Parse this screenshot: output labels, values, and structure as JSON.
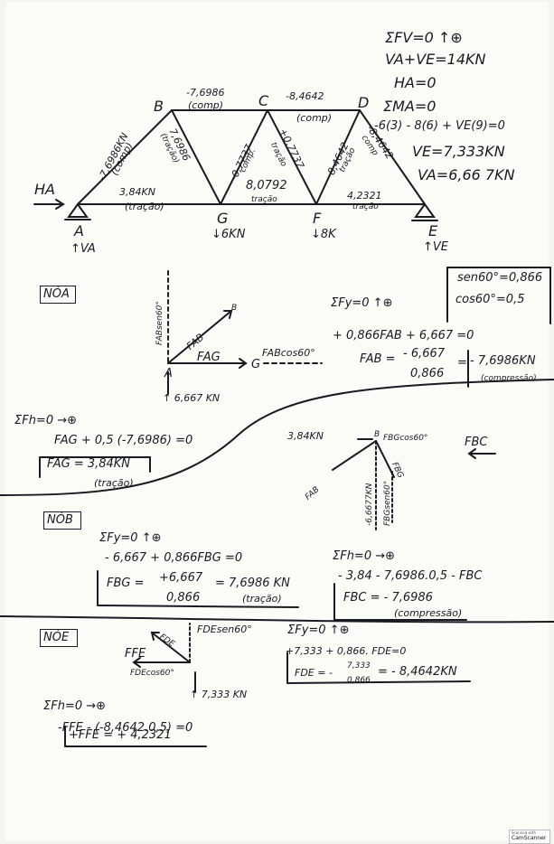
{
  "top": {
    "sum_fv": "ΣFV=0 ↑⊕",
    "va_ve": "VA+VE=14KN",
    "ha": "HA=0",
    "sum_ma": "ΣMA=0",
    "moment_eq": "-6(3) - 8(6) + VE(9)=0",
    "ve": "VE=7,333KN",
    "va": "VA=6,66 7KN"
  },
  "truss": {
    "node_a": "A",
    "node_b": "B",
    "node_c": "C",
    "node_d": "D",
    "node_e": "E",
    "node_f": "F",
    "node_g": "G",
    "ha_label": "HA",
    "va_label": "↑VA",
    "ve_label": "↑VE",
    "load_g": "↓6KN",
    "load_f": "↓8K",
    "ab_value": "-7,6986KN",
    "ab_state": "(comp)",
    "bc_value": "-7,6986",
    "bc_state": "(comp)",
    "cd_value": "-8,4642",
    "cd_state": "(comp)",
    "ag_value": "3,84KN",
    "ag_state": "(tração)",
    "gf_value": "8,0792",
    "gf_state": "tração",
    "fe_value": "4,2321",
    "fe_state": "tração",
    "bg_value": "7,6986",
    "bg_state": "(tração)",
    "gc_value": "-0,7737",
    "gc_state": "comp.",
    "cf_value": "+0,7737",
    "cf_state": "tração",
    "fd_value": "8,4642",
    "fd_state": "tração",
    "de_value": "-8,4642",
    "de_state": "comp"
  },
  "trig": {
    "sen": "sen60°=0,866",
    "cos": "cos60°=0,5"
  },
  "node_a": {
    "title": "NÓA",
    "fab": "FAB",
    "fag": "FAG",
    "a": "A",
    "g": "G",
    "b": "B",
    "fab_vert": "FABsen60°",
    "fab_horiz": "FABcos60°",
    "reaction": "↑ 6,667 KN",
    "sum_fy": "ΣFy=0 ↑⊕",
    "eq1": "+ 0,866FAB + 6,667 =0",
    "fab_label": "FAB =",
    "fab_num": "- 6,667",
    "fab_den": "0,866",
    "fab_eq": "=",
    "fab_result": "- 7,6986KN",
    "fab_state": "(compressão)",
    "sum_fh": "ΣFh=0 →⊕",
    "eq2": "FAG + 0,5 (-7,6986) =0",
    "fag_result": "FAG = 3,84KN",
    "fag_state": "(tração)"
  },
  "node_b": {
    "title": "NÓB",
    "fab_val": "3,84KN",
    "fab_arrow": "FAB",
    "node": "B",
    "fbc_cos": "FBGcos60°",
    "fbc": "FBC",
    "fbg": "FBG",
    "fbg_sen": "FBGsen60°",
    "fab_sen": "-6,6677KN",
    "sum_fy": "ΣFy=0 ↑⊕",
    "eq1": "- 6,667 + 0,866FBG =0",
    "fbg_label": "FBG =",
    "fbg_num": "+6,667",
    "fbg_den": "0,866",
    "fbg_result": "= 7,6986 KN",
    "fbg_state": "(tração)",
    "sum_fh": "ΣFh=0 →⊕",
    "eq2": "- 3,84 - 7,6986.0,5 - FBC",
    "fbc_result": "FBC = - 7,6986",
    "fbc_state": "(compressão)"
  },
  "node_e": {
    "title": "NÓE",
    "fde": "FDE",
    "fde_sen": "FDEsen60°",
    "ffe": "FFE",
    "fde_cos": "FDEcos60°",
    "reaction": "↑ 7,333 KN",
    "sum_fy": "ΣFy=0 ↑⊕",
    "eq1": "+7,333 + 0,866. FDE=0",
    "fde_label": "FDE = -",
    "fde_num": "7,333",
    "fde_den": "0,866",
    "fde_result": "= - 8,4642KN",
    "sum_fh": "ΣFh=0 →⊕",
    "eq2": "-FFE - (-8,4642.0,5) =0",
    "ffe_result": "+FFE = + 4,2321"
  },
  "scanner": {
    "line1": "Scanned with",
    "line2": "CamScanner"
  }
}
